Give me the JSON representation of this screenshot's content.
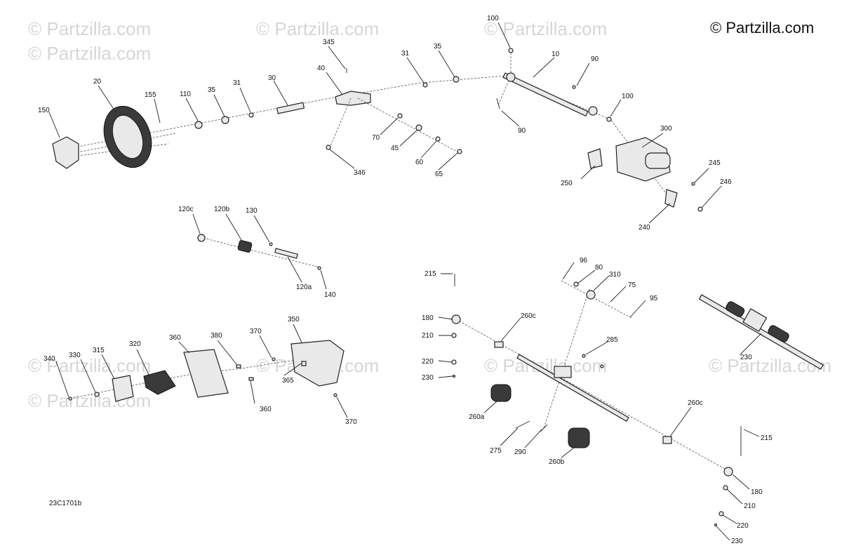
{
  "brand": "© Partzilla.com",
  "watermark": "© Partzilla.com",
  "diagram_code": "23C1701b",
  "labels": {
    "l150": "150",
    "l20": "20",
    "l155": "155",
    "l110": "110",
    "l35a": "35",
    "l31a": "31",
    "l30": "30",
    "l345": "345",
    "l40": "40",
    "l31b": "31",
    "l35b": "35",
    "l100a": "100",
    "l10": "10",
    "l90a": "90",
    "l100b": "100",
    "l90b": "90",
    "l70": "70",
    "l45": "45",
    "l60": "60",
    "l65": "65",
    "l346": "346",
    "l300": "300",
    "l250": "250",
    "l245": "245",
    "l246": "246",
    "l240": "240",
    "l120c": "120c",
    "l120b": "120b",
    "l130": "130",
    "l120a": "120a",
    "l140": "140",
    "l340": "340",
    "l330": "330",
    "l315": "315",
    "l320": "320",
    "l360a": "360",
    "l380": "380",
    "l370a": "370",
    "l350": "350",
    "l365": "365",
    "l360b": "360",
    "l370b": "370",
    "l215a": "215",
    "l96": "96",
    "l80": "80",
    "l310": "310",
    "l75": "75",
    "l95": "95",
    "l180a": "180",
    "l260ca": "260c",
    "l210a": "210",
    "l285": "285",
    "l220a": "220",
    "l230a": "230",
    "l260a": "260a",
    "l275": "275",
    "l290": "290",
    "l260b": "260b",
    "l260cb": "260c",
    "l215b": "215",
    "l180b": "180",
    "l210b": "210",
    "l220b": "220",
    "l230b": "230",
    "l230c": "230"
  }
}
